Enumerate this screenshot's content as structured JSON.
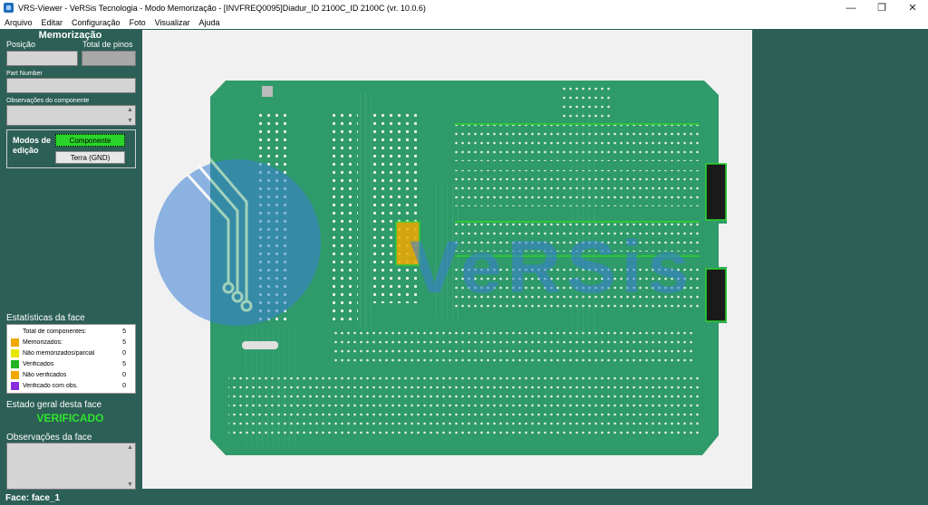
{
  "window": {
    "title": "VRS-Viewer - VeRSis Tecnologia - Modo Memorização - [INVFREQ0095]Diadur_ID 2100C_ID 2100C (vr. 10.0.6)",
    "controls": {
      "minimize": "—",
      "maximize": "❐",
      "close": "✕"
    }
  },
  "menu": [
    "Arquivo",
    "Editar",
    "Configuração",
    "Foto",
    "Visualizar",
    "Ajuda"
  ],
  "panel": {
    "title": "Memorização",
    "posicao_label": "Posição",
    "posicao_value": "",
    "total_pinos_label": "Total de pinos",
    "total_pinos_value": "",
    "part_number_label": "Part Number",
    "part_number_value": "",
    "obs_componente_label": "Observações do componente",
    "obs_componente_value": "",
    "modos_label": "Modos de edição",
    "modo_componente": "Componente",
    "modo_terra": "Terra (GND)"
  },
  "stats": {
    "title": "Estatísticas da face",
    "rows": [
      {
        "label": "Total de componentes:",
        "value": "5",
        "color": ""
      },
      {
        "label": "Memorizados:",
        "value": "5",
        "color": "#f0a800"
      },
      {
        "label": "Não memorizados/parcial",
        "value": "0",
        "color": "#e6e600"
      },
      {
        "label": "Verificados",
        "value": "5",
        "color": "#22b422"
      },
      {
        "label": "Não verificados",
        "value": "0",
        "color": "#f0a800"
      },
      {
        "label": "Verificado com obs.",
        "value": "0",
        "color": "#8a2be2"
      }
    ]
  },
  "face_state": {
    "label": "Estado geral desta face",
    "value": "VERIFICADO",
    "value_color": "#2ee62e"
  },
  "obs_face": {
    "label": "Observações da face",
    "value": ""
  },
  "status_bar": {
    "text": "Face: face_1"
  },
  "watermark": {
    "text": "VeRSis"
  },
  "colors": {
    "background": "#2c5f55",
    "pcb": "#2f9a6a",
    "highlight": "#2bd42b"
  }
}
